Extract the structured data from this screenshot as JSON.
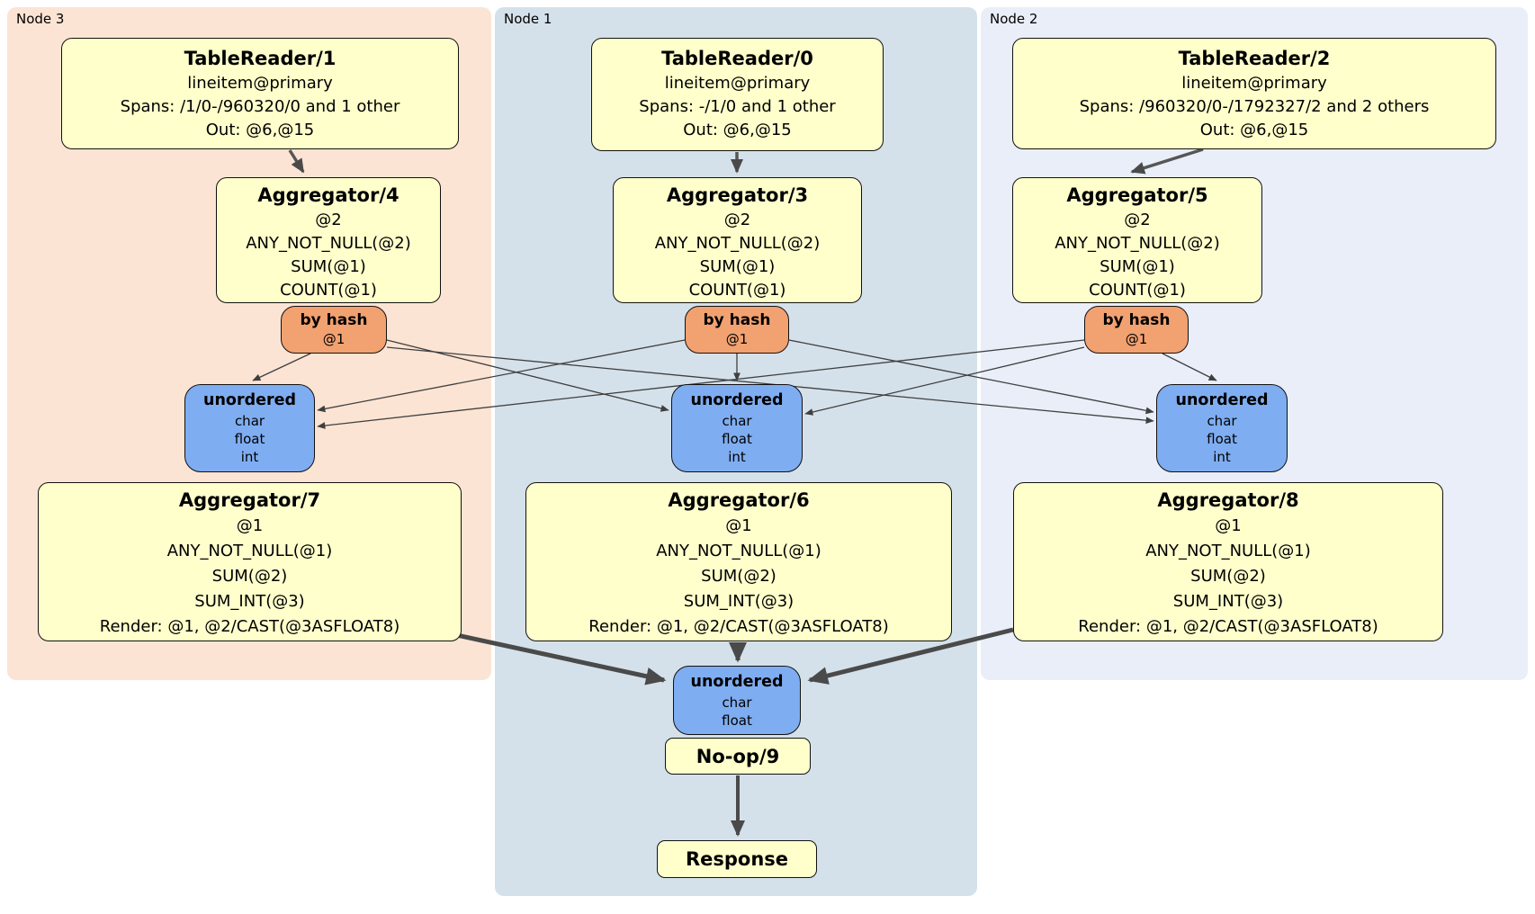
{
  "regions": {
    "node3": {
      "label": "Node 3",
      "bg": "#fce4d4"
    },
    "node1": {
      "label": "Node 1",
      "bg": "#d5e1ea"
    },
    "node2": {
      "label": "Node 2",
      "bg": "#e9eef9"
    }
  },
  "processors": {
    "table_reader_1": {
      "title": "TableReader/1",
      "lines": [
        "lineitem@primary",
        "Spans: /1/0-/960320/0 and 1 other",
        "Out: @6,@15"
      ]
    },
    "table_reader_0": {
      "title": "TableReader/0",
      "lines": [
        "lineitem@primary",
        "Spans: -/1/0 and 1 other",
        "Out: @6,@15"
      ]
    },
    "table_reader_2": {
      "title": "TableReader/2",
      "lines": [
        "lineitem@primary",
        "Spans: /960320/0-/1792327/2 and 2 others",
        "Out: @6,@15"
      ]
    },
    "aggregator_4": {
      "title": "Aggregator/4",
      "lines": [
        "@2",
        "ANY_NOT_NULL(@2)",
        "SUM(@1)",
        "COUNT(@1)"
      ]
    },
    "aggregator_3": {
      "title": "Aggregator/3",
      "lines": [
        "@2",
        "ANY_NOT_NULL(@2)",
        "SUM(@1)",
        "COUNT(@1)"
      ]
    },
    "aggregator_5": {
      "title": "Aggregator/5",
      "lines": [
        "@2",
        "ANY_NOT_NULL(@2)",
        "SUM(@1)",
        "COUNT(@1)"
      ]
    },
    "aggregator_7": {
      "title": "Aggregator/7",
      "lines": [
        "@1",
        "ANY_NOT_NULL(@1)",
        "SUM(@2)",
        "SUM_INT(@3)",
        "Render: @1, @2/CAST(@3ASFLOAT8)"
      ]
    },
    "aggregator_6": {
      "title": "Aggregator/6",
      "lines": [
        "@1",
        "ANY_NOT_NULL(@1)",
        "SUM(@2)",
        "SUM_INT(@3)",
        "Render: @1, @2/CAST(@3ASFLOAT8)"
      ]
    },
    "aggregator_8": {
      "title": "Aggregator/8",
      "lines": [
        "@1",
        "ANY_NOT_NULL(@1)",
        "SUM(@2)",
        "SUM_INT(@3)",
        "Render: @1, @2/CAST(@3ASFLOAT8)"
      ]
    },
    "no_op_9": {
      "title": "No-op/9"
    },
    "response": {
      "title": "Response"
    }
  },
  "routers": {
    "by_hash_left": {
      "title": "by hash",
      "lines": [
        "@1"
      ]
    },
    "by_hash_mid": {
      "title": "by hash",
      "lines": [
        "@1"
      ]
    },
    "by_hash_right": {
      "title": "by hash",
      "lines": [
        "@1"
      ]
    }
  },
  "streams": {
    "unordered_left": {
      "title": "unordered",
      "lines": [
        "char",
        "float",
        "int"
      ]
    },
    "unordered_mid": {
      "title": "unordered",
      "lines": [
        "char",
        "float",
        "int"
      ]
    },
    "unordered_right": {
      "title": "unordered",
      "lines": [
        "char",
        "float",
        "int"
      ]
    },
    "unordered_final": {
      "title": "unordered",
      "lines": [
        "char",
        "float"
      ]
    }
  },
  "colors": {
    "processor_fill": "#ffffcc",
    "router_fill": "#f2a170",
    "stream_fill": "#7fadf1",
    "box_border": "#111111",
    "edge_thin": "#3f3f3f",
    "edge_thick": "#4a4a4a",
    "node1_bg": "#d5e1ea",
    "node2_bg": "#e9eef9",
    "node3_bg": "#fce4d4"
  }
}
